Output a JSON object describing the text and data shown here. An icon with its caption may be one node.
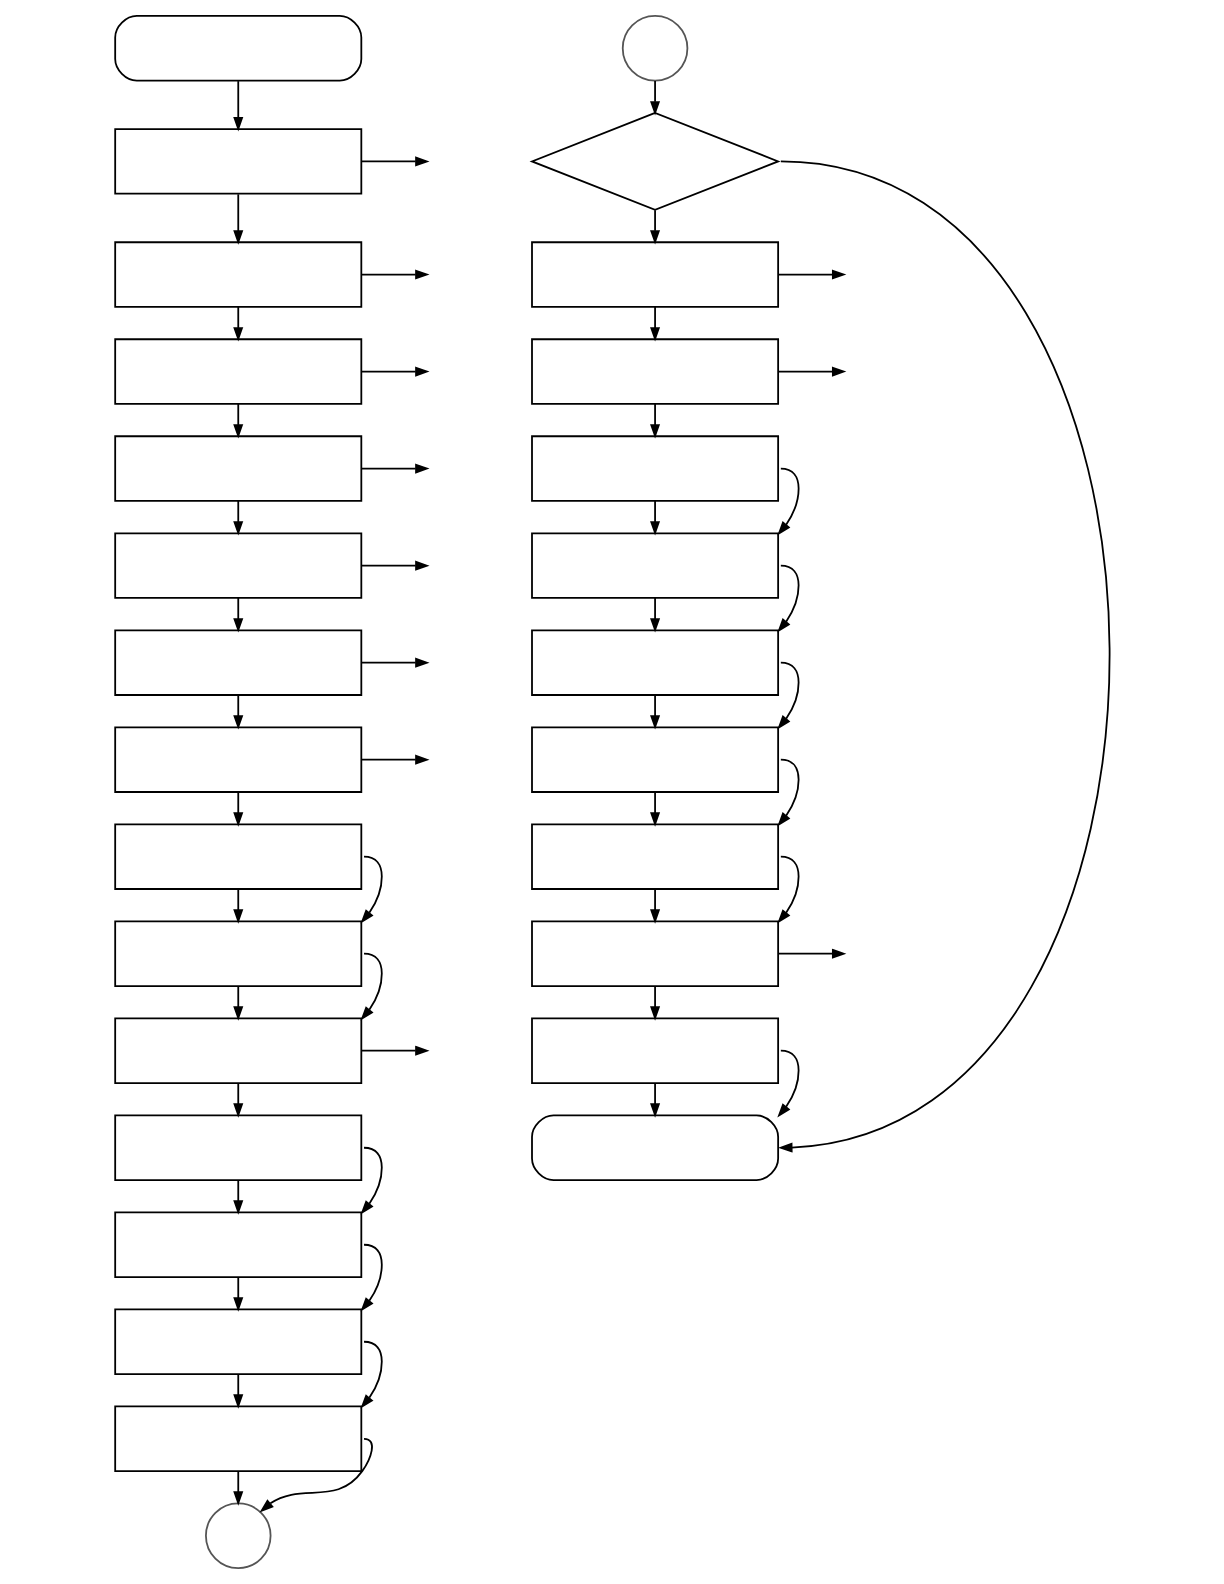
{
  "diagram": {
    "nodes": [
      {
        "text": [],
        "shape": "oval"
      },
      {
        "text": [],
        "shape": "box"
      },
      {
        "text": [],
        "shape": "box"
      },
      {
        "text": [],
        "shape": "box"
      },
      {
        "text": [],
        "shape": "box"
      },
      {
        "text": [],
        "shape": "box"
      },
      {
        "text": [],
        "shape": "box"
      },
      {
        "text": [],
        "shape": "box"
      },
      {
        "text": [],
        "shape": "box"
      },
      {
        "text": [],
        "shape": "box"
      },
      {
        "text": [],
        "shape": "box"
      },
      {
        "text": [],
        "shape": "box"
      },
      {
        "text": [],
        "shape": "box"
      },
      {
        "text": [],
        "shape": "box"
      },
      {
        "text": [],
        "shape": "box"
      },
      {
        "text": [],
        "shape": "circle"
      },
      {
        "text": [],
        "shape": "circle"
      },
      {
        "text": [],
        "shape": "diamond"
      },
      {
        "text": [],
        "shape": "box"
      },
      {
        "text": [],
        "shape": "box"
      },
      {
        "text": [],
        "shape": "box"
      },
      {
        "text": [],
        "shape": "box"
      },
      {
        "text": [],
        "shape": "box"
      },
      {
        "text": [],
        "shape": "box"
      },
      {
        "text": [],
        "shape": "box"
      },
      {
        "text": [],
        "shape": "box"
      },
      {
        "text": [],
        "shape": "box"
      },
      {
        "text": [],
        "shape": "oval"
      }
    ],
    "edges": [
      {
        "from": 0,
        "to": 1,
        "arrow": "to"
      },
      {
        "from": 1,
        "to": 2,
        "arrow": "to"
      },
      {
        "from": 2,
        "to": 3,
        "arrow": "to"
      },
      {
        "from": 3,
        "to": 4,
        "arrow": "to"
      },
      {
        "from": 4,
        "to": 5,
        "arrow": "to"
      },
      {
        "from": 5,
        "to": 6,
        "arrow": "to"
      },
      {
        "from": 6,
        "to": 7,
        "arrow": "to"
      },
      {
        "from": 7,
        "to": 8,
        "arrow": "to"
      },
      {
        "from": 8,
        "to": 9,
        "arrow": "to"
      },
      {
        "from": 9,
        "to": 10,
        "arrow": "to"
      },
      {
        "from": 10,
        "to": 11,
        "arrow": "to"
      },
      {
        "from": 11,
        "to": 12,
        "arrow": "to"
      },
      {
        "from": 12,
        "to": 13,
        "arrow": "to"
      },
      {
        "from": 13,
        "to": 14,
        "arrow": "to"
      },
      {
        "from": 14,
        "to": 15,
        "arrow": "to"
      },
      {
        "from": 1,
        "to": null,
        "arrow": "to"
      },
      {
        "from": 2,
        "to": null,
        "arrow": "to"
      },
      {
        "from": 3,
        "to": null,
        "arrow": "to"
      },
      {
        "from": 4,
        "to": null,
        "arrow": "to"
      },
      {
        "from": 5,
        "to": null,
        "arrow": "to"
      },
      {
        "from": 6,
        "to": null,
        "arrow": "to"
      },
      {
        "from": 7,
        "to": null,
        "arrow": "to"
      },
      {
        "from": 8,
        "to": 9,
        "arrow": "to"
      },
      {
        "from": 9,
        "to": 10,
        "arrow": "to"
      },
      {
        "from": 10,
        "to": null,
        "arrow": "to"
      },
      {
        "from": 11,
        "to": 12,
        "arrow": "to"
      },
      {
        "from": 12,
        "to": 13,
        "arrow": "to"
      },
      {
        "from": 13,
        "to": 14,
        "arrow": "to"
      },
      {
        "from": 14,
        "to": 15,
        "arrow": "to"
      },
      {
        "from": 16,
        "to": 17,
        "arrow": "to"
      },
      {
        "from": 17,
        "to": 18,
        "arrow": "to"
      },
      {
        "from": 18,
        "to": 19,
        "arrow": "to"
      },
      {
        "from": 19,
        "to": 20,
        "arrow": "to"
      },
      {
        "from": 20,
        "to": 21,
        "arrow": "to"
      },
      {
        "from": 21,
        "to": 22,
        "arrow": "to"
      },
      {
        "from": 22,
        "to": 23,
        "arrow": "to"
      },
      {
        "from": 23,
        "to": 24,
        "arrow": "to"
      },
      {
        "from": 24,
        "to": 25,
        "arrow": "to"
      },
      {
        "from": 25,
        "to": 26,
        "arrow": "to"
      },
      {
        "from": 26,
        "to": 27,
        "arrow": "to"
      },
      {
        "from": 17,
        "to": 27,
        "arrow": "to"
      },
      {
        "from": 18,
        "to": null,
        "arrow": "to"
      },
      {
        "from": 19,
        "to": null,
        "arrow": "to"
      },
      {
        "from": 20,
        "to": 21,
        "arrow": "to"
      },
      {
        "from": 21,
        "to": 22,
        "arrow": "to"
      },
      {
        "from": 22,
        "to": 23,
        "arrow": "to"
      },
      {
        "from": 23,
        "to": 24,
        "arrow": "to"
      },
      {
        "from": 24,
        "to": 25,
        "arrow": "to"
      },
      {
        "from": 25,
        "to": null,
        "arrow": "to"
      },
      {
        "from": 26,
        "to": 27,
        "arrow": "to"
      }
    ]
  }
}
